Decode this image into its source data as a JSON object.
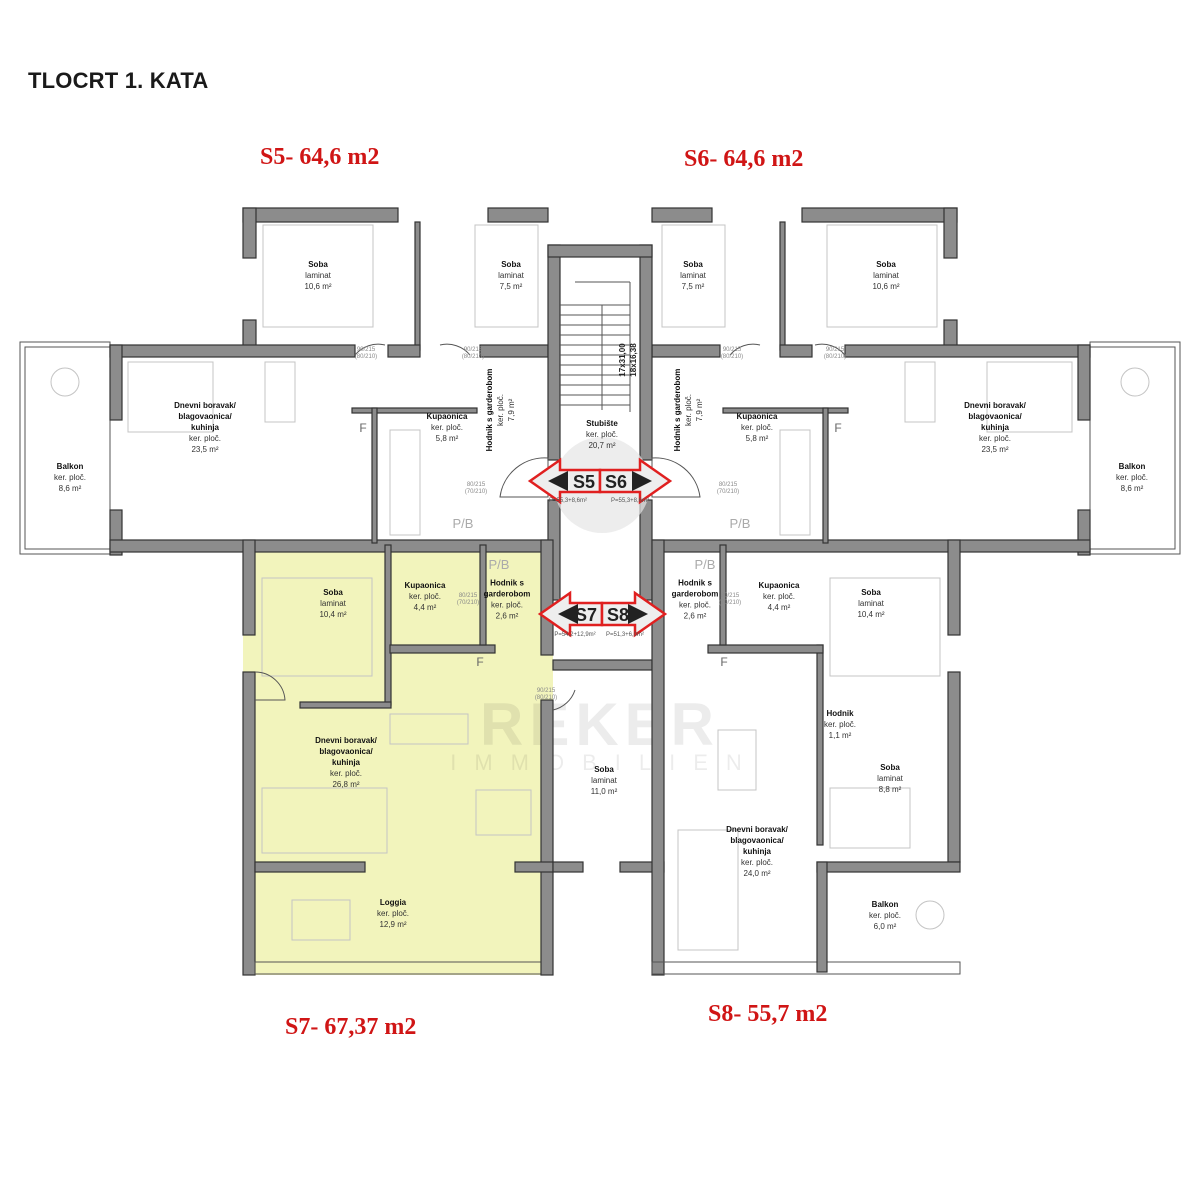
{
  "title": "TLOCRT 1. KATA",
  "units": {
    "s5": {
      "label": "S5- 64,6 m2",
      "badge": "S5",
      "area_note": "P=55,3+8,6m²",
      "rooms": [
        {
          "name": [
            "Soba"
          ],
          "finish": "laminat",
          "area": "10,6 m²"
        },
        {
          "name": [
            "Soba"
          ],
          "finish": "laminat",
          "area": "7,5 m²"
        },
        {
          "name": [
            "Dnevni boravak/",
            "blagovaonica/",
            "kuhinja"
          ],
          "finish": "ker. ploč.",
          "area": "23,5 m²"
        },
        {
          "name": [
            "Balkon"
          ],
          "finish": "ker. ploč.",
          "area": "8,6 m²"
        },
        {
          "name": [
            "Kupaonica"
          ],
          "finish": "ker. ploč.",
          "area": "5,8 m²"
        },
        {
          "name": [
            "Hodnik s garderobom"
          ],
          "finish": "ker. ploč.",
          "area": "7,9 m²"
        }
      ]
    },
    "s6": {
      "label": "S6- 64,6 m2",
      "badge": "S6",
      "area_note": "P=55,3+8,6m²",
      "rooms": [
        {
          "name": [
            "Soba"
          ],
          "finish": "laminat",
          "area": "7,5 m²"
        },
        {
          "name": [
            "Soba"
          ],
          "finish": "laminat",
          "area": "10,6 m²"
        },
        {
          "name": [
            "Dnevni boravak/",
            "blagovaonica/",
            "kuhinja"
          ],
          "finish": "ker. ploč.",
          "area": "23,5 m²"
        },
        {
          "name": [
            "Balkon"
          ],
          "finish": "ker. ploč.",
          "area": "8,6 m²"
        },
        {
          "name": [
            "Kupaonica"
          ],
          "finish": "ker. ploč.",
          "area": "5,8 m²"
        },
        {
          "name": [
            "Hodnik s garderobom"
          ],
          "finish": "ker. ploč.",
          "area": "7,9 m²"
        }
      ]
    },
    "s7": {
      "label": "S7- 67,37 m2",
      "badge": "S7",
      "area_note": "P=54,2+12,9m²",
      "rooms": [
        {
          "name": [
            "Soba"
          ],
          "finish": "laminat",
          "area": "10,4 m²"
        },
        {
          "name": [
            "Kupaonica"
          ],
          "finish": "ker. ploč.",
          "area": "4,4 m²"
        },
        {
          "name": [
            "Hodnik s",
            "garderobom"
          ],
          "finish": "ker. ploč.",
          "area": "2,6 m²"
        },
        {
          "name": [
            "Dnevni boravak/",
            "blagovaonica/",
            "kuhinja"
          ],
          "finish": "ker. ploč.",
          "area": "26,8 m²"
        },
        {
          "name": [
            "Loggia"
          ],
          "finish": "ker. ploč.",
          "area": "12,9 m²"
        }
      ]
    },
    "s8": {
      "label": "S8- 55,7 m2",
      "badge": "S8",
      "area_note": "P=51,3+6,0m²",
      "rooms": [
        {
          "name": [
            "Hodnik s",
            "garderobom"
          ],
          "finish": "ker. ploč.",
          "area": "2,6 m²"
        },
        {
          "name": [
            "Kupaonica"
          ],
          "finish": "ker. ploč.",
          "area": "4,4 m²"
        },
        {
          "name": [
            "Soba"
          ],
          "finish": "laminat",
          "area": "10,4 m²"
        },
        {
          "name": [
            "Hodnik"
          ],
          "finish": "ker. ploč.",
          "area": "1,1 m²"
        },
        {
          "name": [
            "Soba"
          ],
          "finish": "laminat",
          "area": "8,8 m²"
        },
        {
          "name": [
            "Dnevni boravak/",
            "blagovaonica/",
            "kuhinja"
          ],
          "finish": "ker. ploč.",
          "area": "24,0 m²"
        },
        {
          "name": [
            "Balkon"
          ],
          "finish": "ker. ploč.",
          "area": "6,0 m²"
        }
      ]
    }
  },
  "common": {
    "stair": {
      "name": [
        "Stubište"
      ],
      "finish": "ker. ploč.",
      "area": "20,7 m²"
    },
    "stair_dims": [
      "17x31,00",
      "18x16,38"
    ],
    "middle_room": {
      "name": [
        "Soba"
      ],
      "finish": "laminat",
      "area": "11,0 m²"
    }
  },
  "doors": {
    "d1": "90/215",
    "d1b": "(80/210)",
    "d2": "80/215",
    "d2b": "(70/210)"
  },
  "fixtures": {
    "pb": "P/B",
    "fridge": "F"
  },
  "watermark": {
    "line1": "REKER",
    "line2": "IMMOBILIEN"
  },
  "colors": {
    "highlight": "#eef0a6",
    "accent": "#d01515",
    "wall": "#8c8c8c"
  }
}
